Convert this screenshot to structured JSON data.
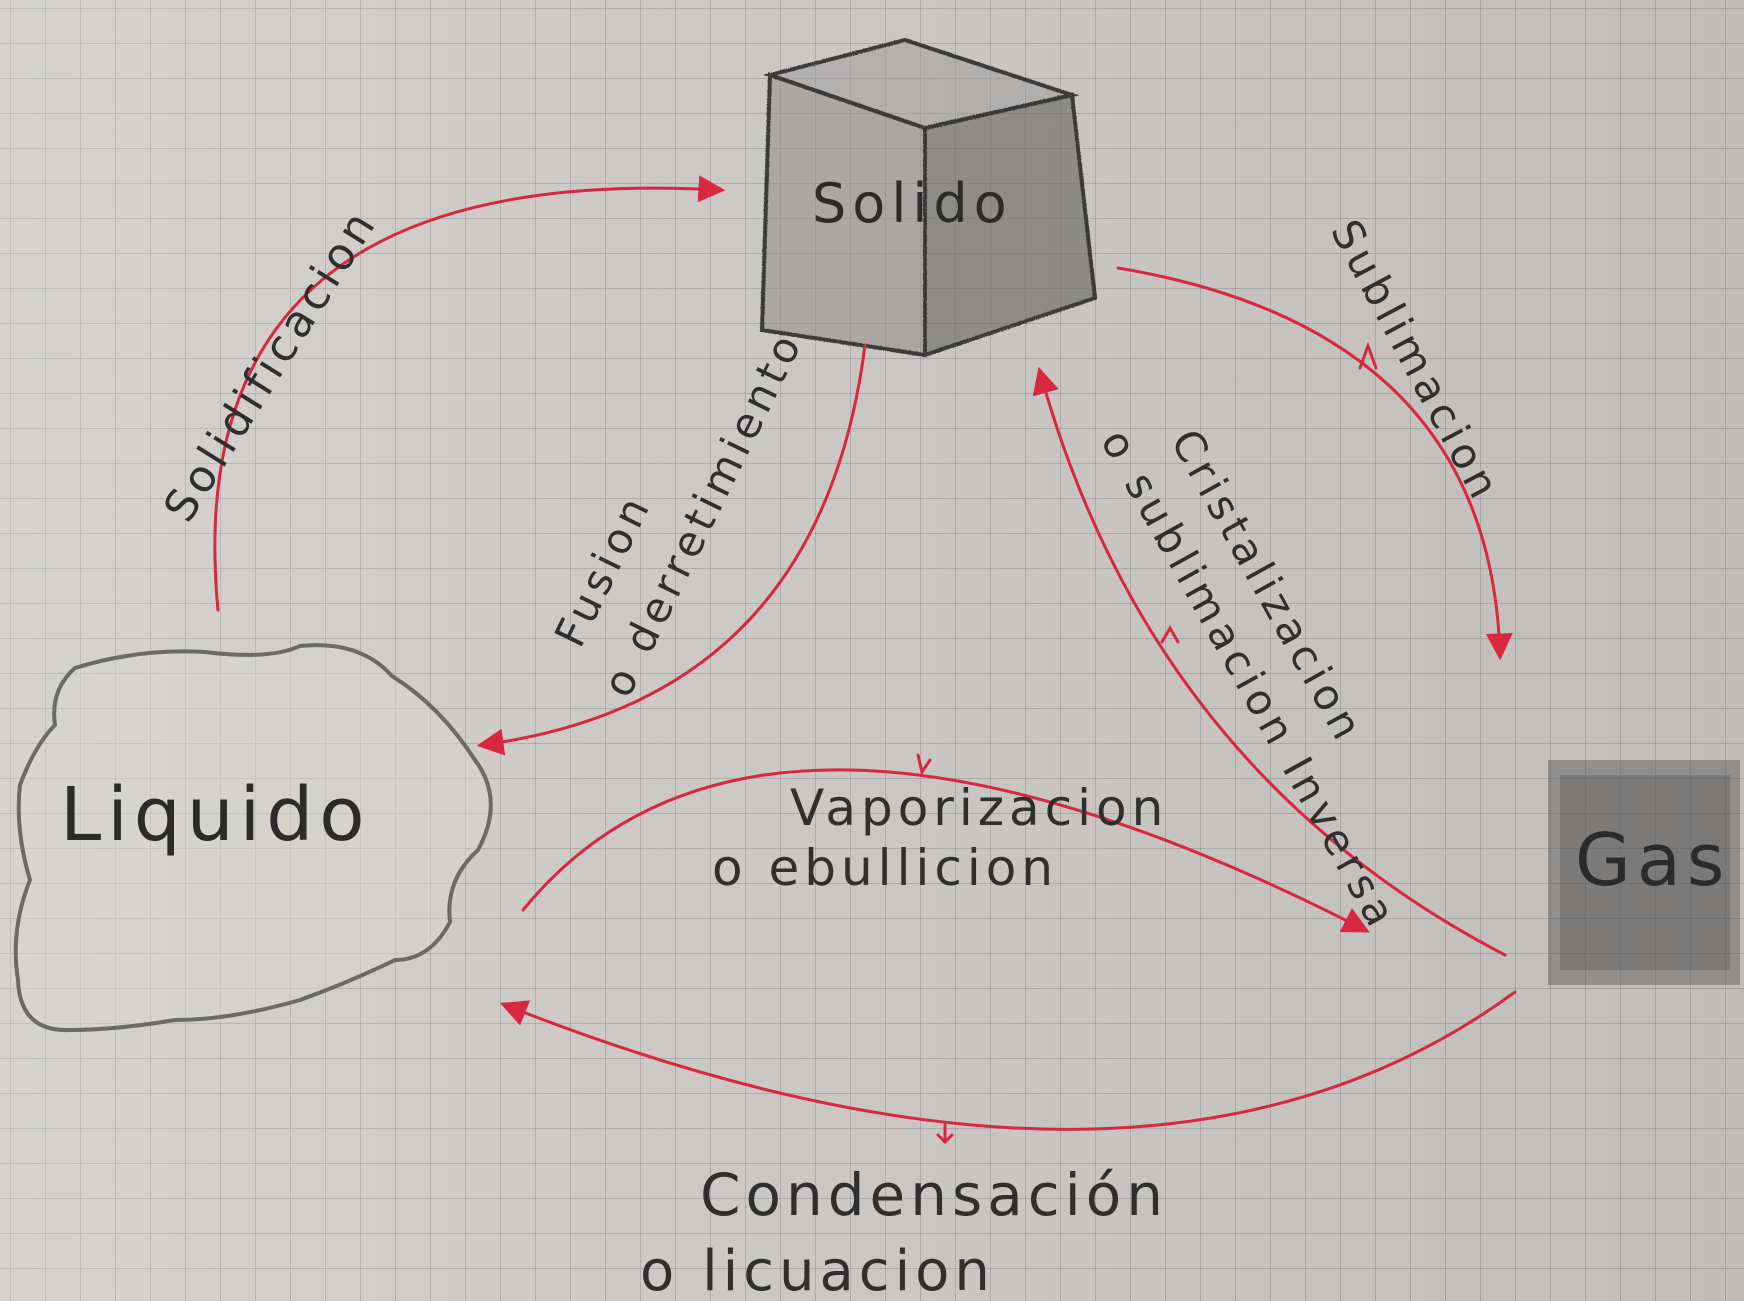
{
  "states": {
    "solid": "Solido",
    "liquid": "Liquido",
    "gas": "Gas"
  },
  "transitions": {
    "solidification": "Solidificacion",
    "fusion_line1": "Fusion",
    "fusion_line2": "o derretimiento",
    "sublimation": "Sublimacion",
    "crystallization_line1": "Cristalizacion",
    "crystallization_line2": "o sublimacion Inversa",
    "vaporization_line1": "Vaporizacion",
    "vaporization_line2": "o ebullicion",
    "condensation_line1": "Condensación",
    "condensation_line2": "o licuacion"
  },
  "colors": {
    "pen_red": "#d8273f",
    "pencil_gray": "#2b2b2b",
    "paper": "#ccc9c6"
  }
}
